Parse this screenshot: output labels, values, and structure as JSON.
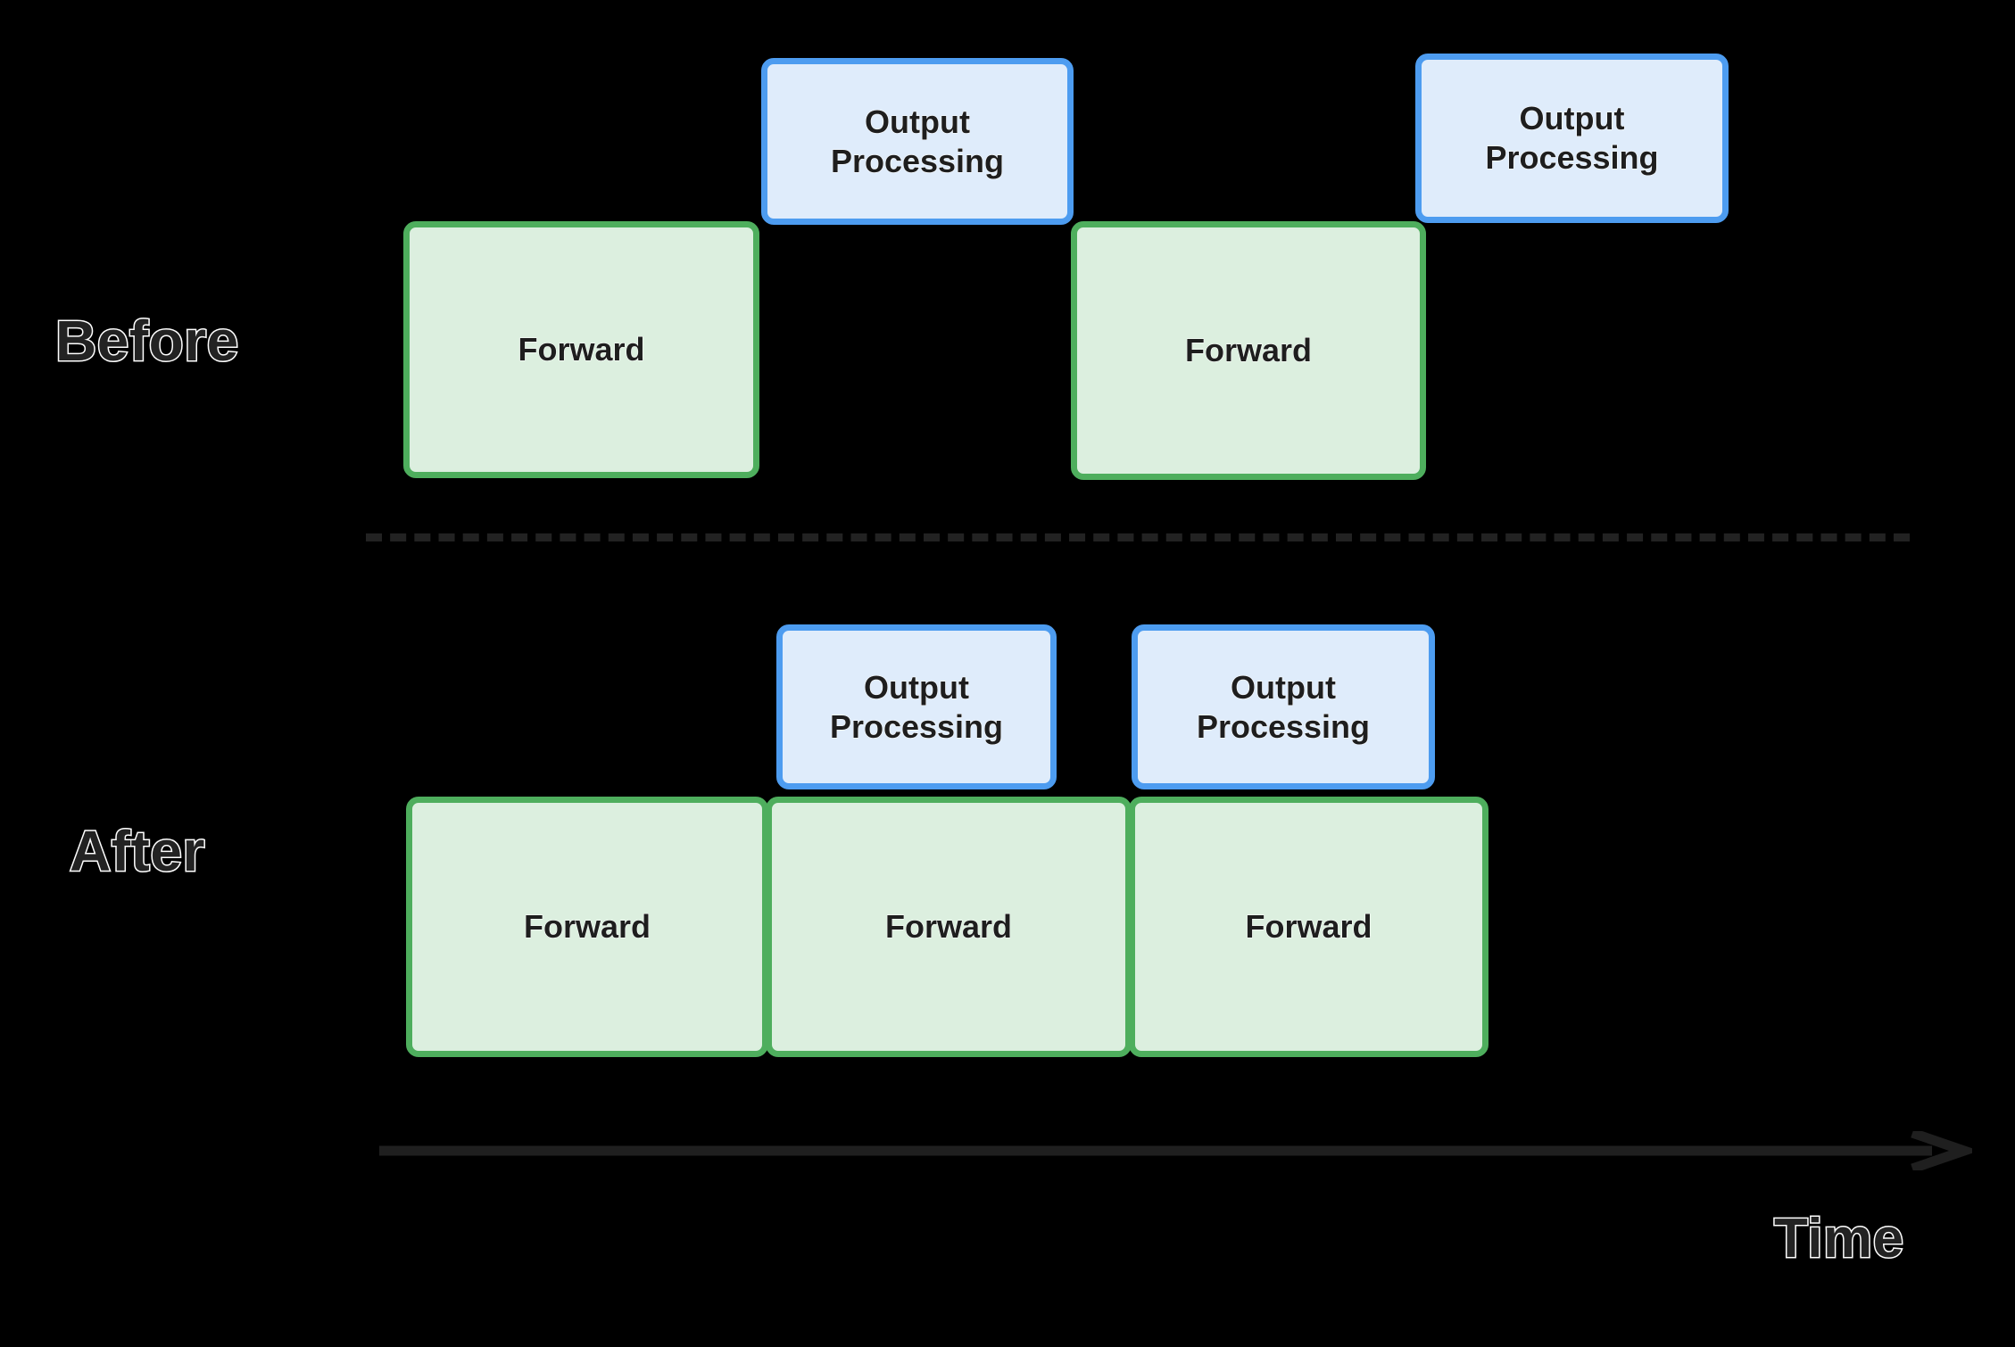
{
  "diagram": {
    "title_visible": false,
    "background_color": "#000000",
    "colors": {
      "forward_fill": "#dcefdf",
      "forward_border": "#4eae5d",
      "output_fill": "#dfecfb",
      "output_border": "#4d9cf0",
      "divider": "#222222",
      "axis": "#1f1f1f",
      "label_fill": "#232323",
      "label_stroke": "#ffffff"
    },
    "rows": [
      {
        "id": "before",
        "label": "Before",
        "forward_blocks": [
          {
            "label": "Forward"
          },
          {
            "label": "Forward"
          }
        ],
        "output_blocks": [
          {
            "label": "Output\nProcessing"
          },
          {
            "label": "Output\nProcessing"
          }
        ]
      },
      {
        "id": "after",
        "label": "After",
        "forward_blocks": [
          {
            "label": "Forward"
          },
          {
            "label": "Forward"
          },
          {
            "label": "Forward"
          }
        ],
        "output_blocks": [
          {
            "label": "Output\nProcessing"
          },
          {
            "label": "Output\nProcessing"
          }
        ]
      }
    ],
    "axis": {
      "label": "Time",
      "direction": "right"
    },
    "divider": {
      "style": "dashed"
    }
  }
}
